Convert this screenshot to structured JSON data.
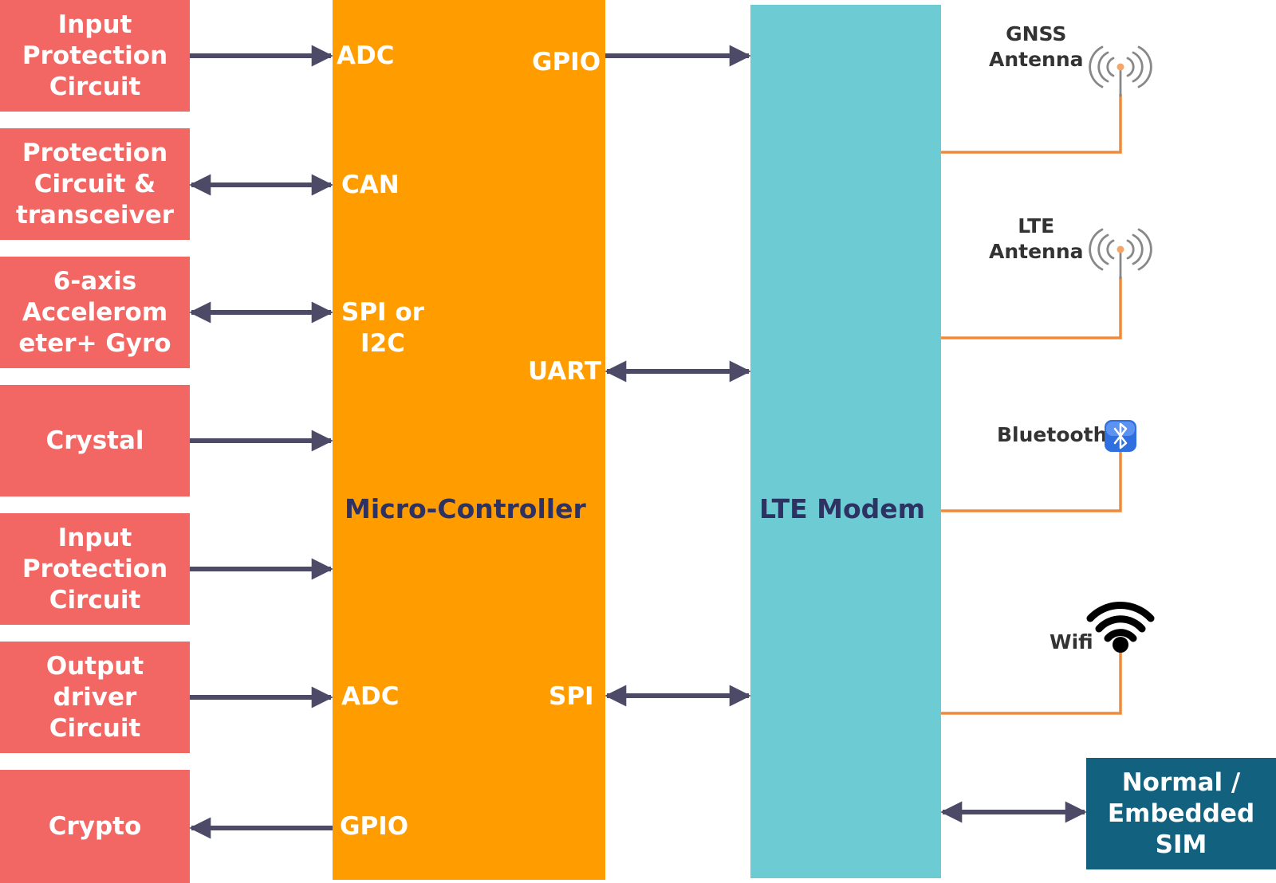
{
  "left_blocks": [
    "Input\nProtection\nCircuit",
    "Protection\nCircuit &\ntransceiver",
    "6-axis\nAccelerom\neter+ Gyro",
    "Crystal",
    "Input\nProtection\nCircuit",
    "Output\ndriver\nCircuit",
    "Crypto"
  ],
  "mcu": {
    "title": "Micro-Controller",
    "left_ports": [
      "ADC",
      "CAN",
      "SPI or\nI2C",
      "ADC",
      "GPIO"
    ],
    "right_ports": [
      "GPIO",
      "UART",
      "SPI"
    ]
  },
  "modem": {
    "title": "LTE Modem"
  },
  "antennas": {
    "gnss": "GNSS\nAntenna",
    "lte": "LTE\nAntenna",
    "bluetooth": "Bluetooth",
    "wifi": "Wifi"
  },
  "sim": "Normal /\nEmbedded\nSIM",
  "colors": {
    "red_block": "#f26663",
    "mcu": "#ff9c00",
    "modem": "#6dcbd3",
    "sim": "#11617f",
    "arrow": "#4c4a66",
    "antenna_line": "#f08a38",
    "title_text": "#2e3262"
  }
}
